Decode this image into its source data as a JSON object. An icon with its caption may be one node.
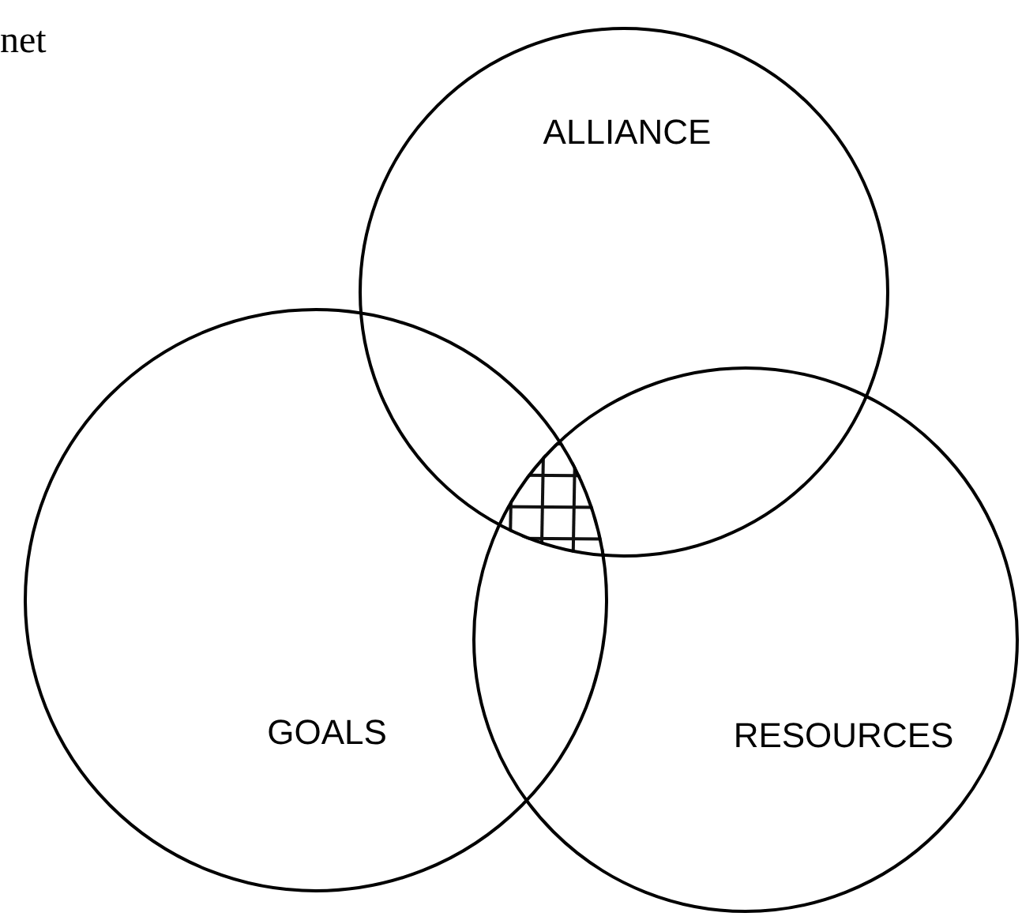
{
  "diagram": {
    "nodes": [
      {
        "text": [
          "ALLIANCE"
        ]
      },
      {
        "text": [
          "GOALS"
        ]
      },
      {
        "text": [
          "RESOURCES"
        ]
      }
    ],
    "labels": [
      "net"
    ]
  }
}
